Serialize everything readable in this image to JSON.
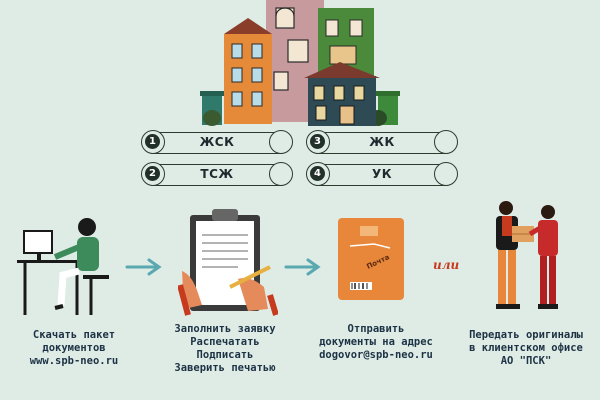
{
  "options": [
    {
      "number": "1",
      "label": "ЖСК"
    },
    {
      "number": "2",
      "label": "ТСЖ"
    },
    {
      "number": "3",
      "label": "ЖК"
    },
    {
      "number": "4",
      "label": "УК"
    }
  ],
  "steps": [
    {
      "caption": "Скачать пакет\nдокументов\nwww.spb-neo.ru"
    },
    {
      "caption": "Заполнить заявку\nРаспечатать\nПодписать\nЗаверить печатью"
    },
    {
      "caption": "Отправить\nдокументы на адрес\ndogovor@spb-neo.ru"
    },
    {
      "caption": "Передать оригиналы\nв клиентском офисе\nАО \"ПСК\""
    }
  ],
  "or_label": "или",
  "envelope_text": "Почта",
  "colors": {
    "background": "#dfece6",
    "accent": "#e8863a",
    "arrow": "#5aa8b0",
    "or": "#c63a1d"
  }
}
